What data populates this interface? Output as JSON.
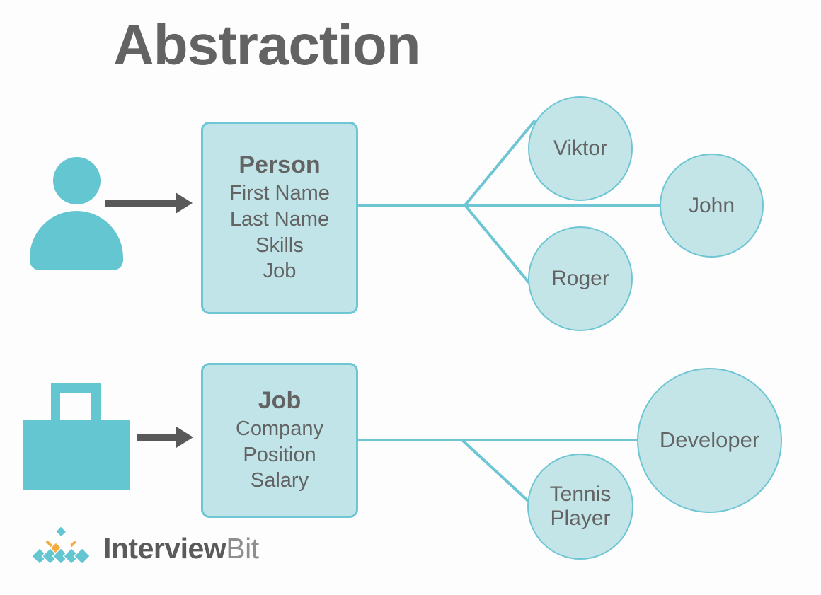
{
  "page": {
    "title": "Abstraction",
    "background_color": "#fdfdfd"
  },
  "colors": {
    "title_text": "#636363",
    "box_fill": "#c0e4e7",
    "box_border": "#6ec5d4",
    "circle_fill": "#c4e5e8",
    "circle_border": "#6ec5d4",
    "connector_line": "#6ec5d4",
    "icon_teal": "#63c6d1",
    "arrow_gray": "#595959",
    "body_text": "#636363",
    "logo_diamond_teal": "#63c6d1",
    "logo_diamond_orange": "#f6ab41",
    "logo_text_dark": "#5a5a5a",
    "logo_text_light": "#8e8e8e"
  },
  "diagram": {
    "entities": [
      {
        "id": "person",
        "title": "Person",
        "fields": [
          "First Name",
          "Last Name",
          "Skills",
          "Job"
        ],
        "icon": "person-icon",
        "instances": [
          "Viktor",
          "Roger",
          "John"
        ]
      },
      {
        "id": "job",
        "title": "Job",
        "fields": [
          "Company",
          "Position",
          "Salary"
        ],
        "icon": "briefcase-icon",
        "instances": [
          "Tennis Player",
          "Developer"
        ]
      }
    ],
    "instances": {
      "viktor": "Viktor",
      "roger": "Roger",
      "john": "John",
      "developer": "Developer",
      "tennis_player_line1": "Tennis",
      "tennis_player_line2": "Player"
    }
  },
  "logo": {
    "name_bold": "Interview",
    "name_light": "Bit",
    "mark": "diamond-pyramid-icon"
  }
}
